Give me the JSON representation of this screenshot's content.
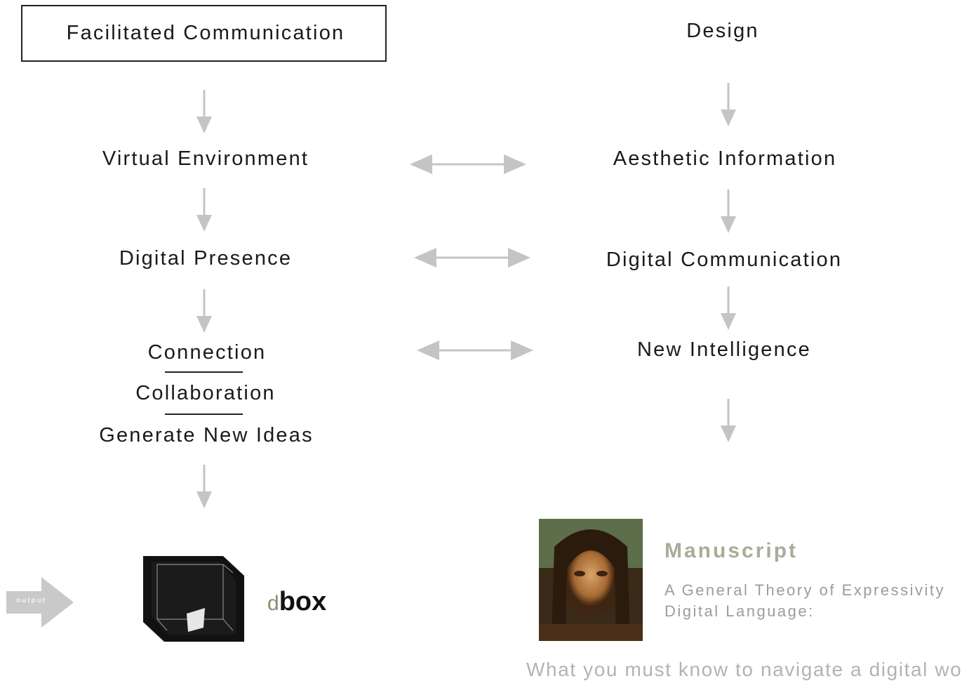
{
  "left_column": {
    "title": "Facilitated Communication",
    "step1": "Virtual Environment",
    "step2": "Digital Presence",
    "step3a": "Connection",
    "step3b": "Collaboration",
    "step3c": "Generate New Ideas"
  },
  "right_column": {
    "title": "Design",
    "step1": "Aesthetic Information",
    "step2": "Digital Communication",
    "step3": "New Intelligence"
  },
  "output": {
    "arrow_label": "output",
    "logo_d": "d",
    "logo_box": "box"
  },
  "manuscript": {
    "title": "Manuscript",
    "line1": "A General Theory of Expressivity",
    "line2": "Digital Language:",
    "tagline": "What you must know to navigate a digital world."
  },
  "colors": {
    "arrow": "#c4c4c4",
    "text": "#1a1a1a",
    "manuscript_title": "#a9ad96",
    "muted": "#9c9c9c"
  },
  "icons": {
    "down": "arrow-down-icon",
    "bidirectional": "double-arrow-icon",
    "output": "output-arrow-icon",
    "cube": "cube-icon",
    "portrait": "mona-lisa-mosaic-image"
  }
}
